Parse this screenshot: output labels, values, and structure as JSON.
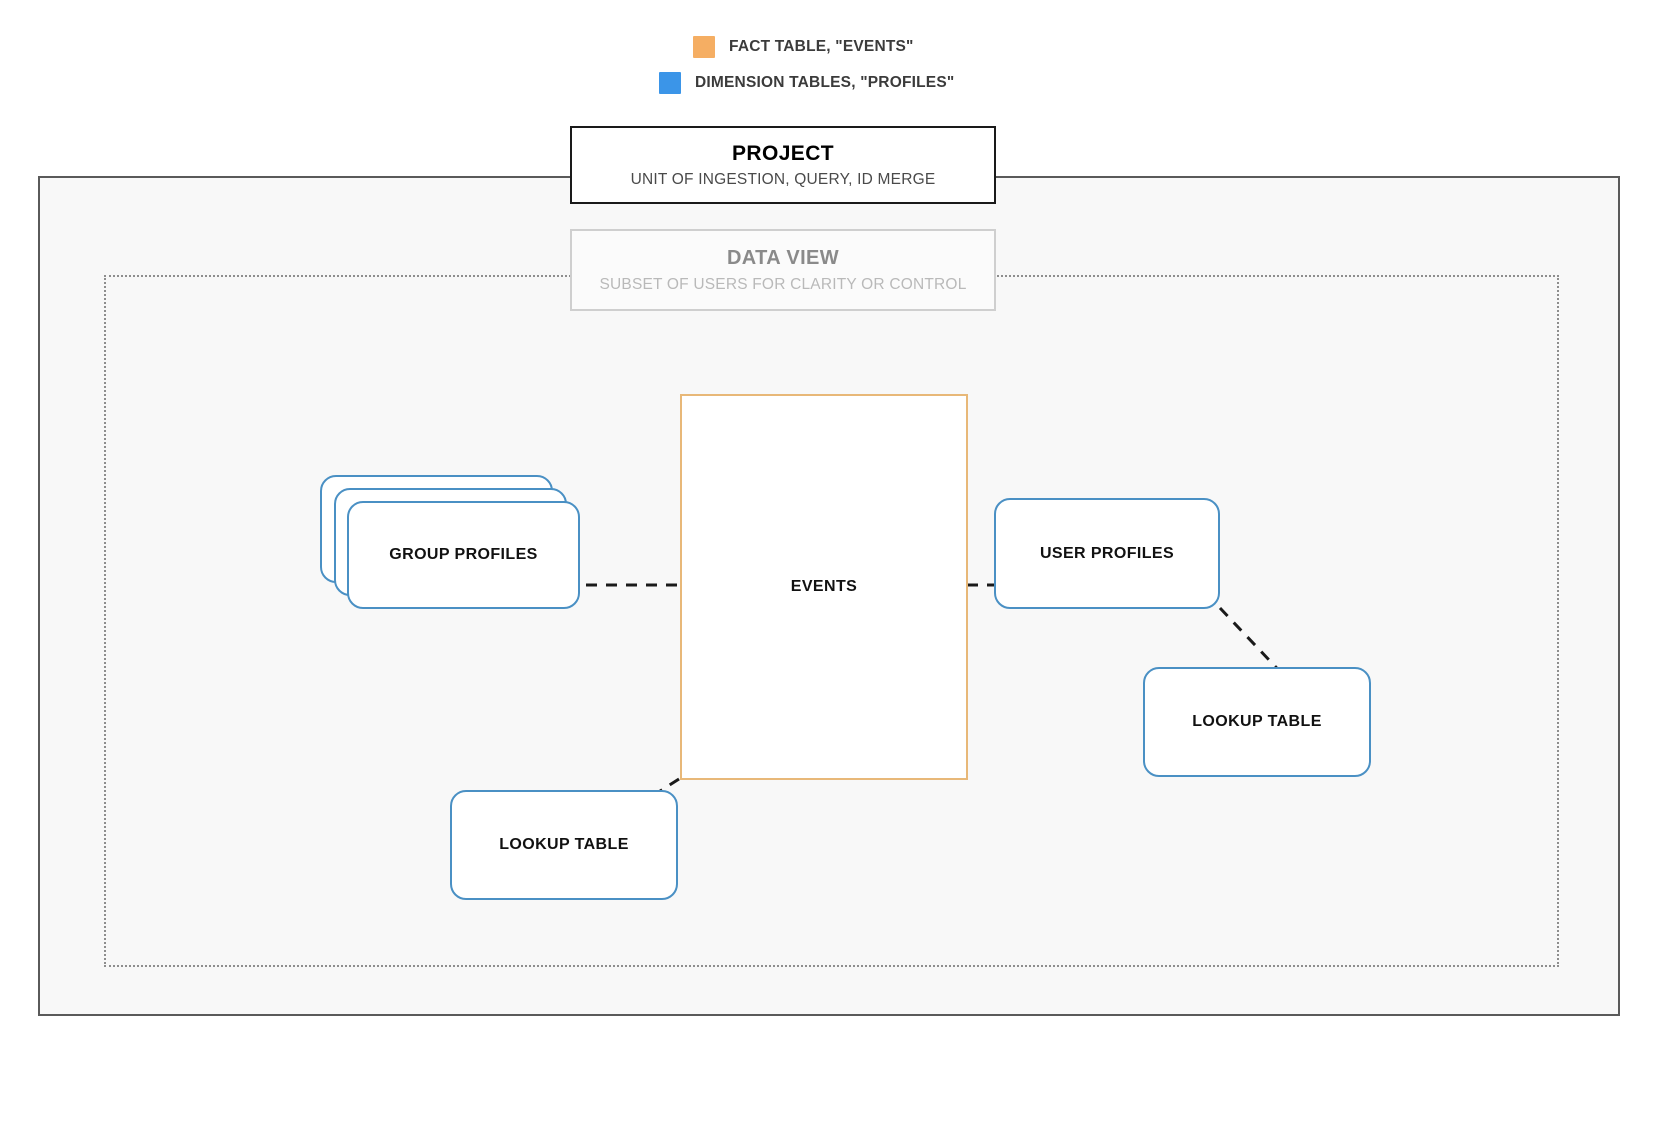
{
  "legend": {
    "items": [
      {
        "label": "FACT TABLE, \"EVENTS\"",
        "color": "#f5ae63",
        "icon": "square-swatch-orange"
      },
      {
        "label": "DIMENSION TABLES, \"PROFILES\"",
        "color": "#3b95e8",
        "icon": "square-swatch-blue"
      }
    ]
  },
  "project": {
    "title": "PROJECT",
    "subtitle": "UNIT OF INGESTION, QUERY, ID MERGE"
  },
  "data_view": {
    "title": "DATA VIEW",
    "subtitle": "SUBSET OF USERS FOR CLARITY OR CONTROL"
  },
  "nodes": {
    "events": {
      "label": "EVENTS",
      "type": "fact-table",
      "color": "#e8b878"
    },
    "group_profiles": {
      "label": "GROUP PROFILES",
      "type": "dimension-table-stack",
      "color": "#4a90c4",
      "stack_count": 3
    },
    "user_profiles": {
      "label": "USER PROFILES",
      "type": "dimension-table",
      "color": "#4a90c4"
    },
    "lookup_table_left": {
      "label": "LOOKUP TABLE",
      "type": "dimension-table",
      "color": "#4a90c4"
    },
    "lookup_table_right": {
      "label": "LOOKUP TABLE",
      "type": "dimension-table",
      "color": "#4a90c4"
    }
  },
  "connectors": [
    {
      "name": "group-profiles-to-events",
      "style": "dashed"
    },
    {
      "name": "events-to-user-profiles",
      "style": "dashed"
    },
    {
      "name": "events-to-lookup-table-left",
      "style": "dashed"
    },
    {
      "name": "user-profiles-to-lookup-table-right",
      "style": "dashed"
    }
  ],
  "colors": {
    "fact": "#f5ae63",
    "fact_border": "#e8b878",
    "dimension": "#3b95e8",
    "dimension_border": "#4a90c4",
    "project_border": "#5a5a5a",
    "dataview_border": "#8e8e8e",
    "canvas": "#f8f8f8"
  }
}
